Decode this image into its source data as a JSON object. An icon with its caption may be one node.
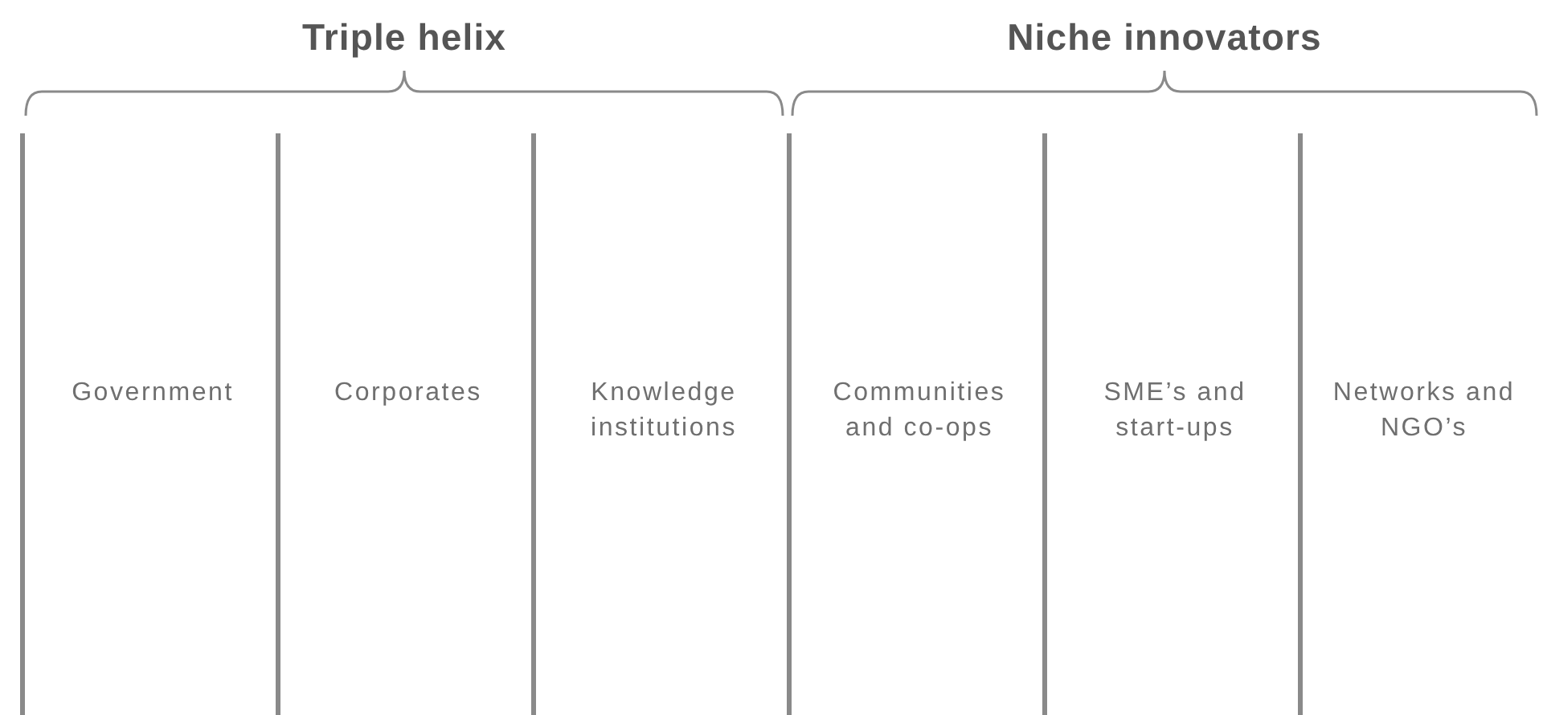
{
  "diagram": {
    "labels": [
      "Triple helix",
      "Niche innovators",
      "Government",
      "Corporates",
      "Knowledge institutions",
      "Communities and co-ops",
      "SME’s and start-ups",
      "Networks and NGO’s"
    ]
  }
}
